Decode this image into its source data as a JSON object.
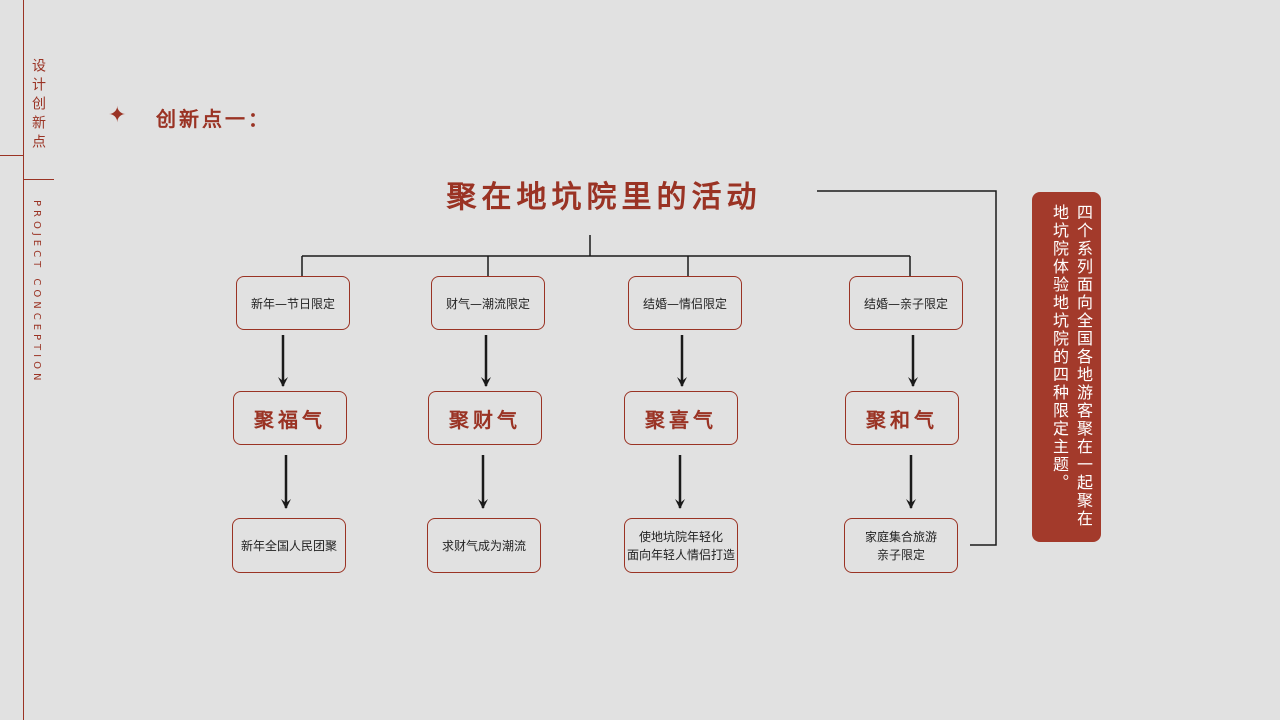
{
  "side": {
    "title": "设计创新点",
    "subtitle": "PROJECT CONCEPTION"
  },
  "section": {
    "star": "✦",
    "heading": "创新点一："
  },
  "diagram": {
    "title": "聚在地坑院里的活动",
    "branches": [
      {
        "category": "新年—节日限定",
        "theme": "聚福气",
        "result": "新年全国人民团聚"
      },
      {
        "category": "财气—潮流限定",
        "theme": "聚财气",
        "result": "求财气成为潮流"
      },
      {
        "category": "结婚—情侣限定",
        "theme": "聚喜气",
        "result": "使地坑院年轻化\n面向年轻人情侣打造"
      },
      {
        "category": "结婚—亲子限定",
        "theme": "聚和气",
        "result": "家庭集合旅游\n亲子限定"
      }
    ],
    "summary": "四个系列面向全国各地游客聚在一起聚在地坑院体验地坑院的四种限定主题。"
  },
  "colors": {
    "accent": "#9a3324",
    "panel": "#a33a2b",
    "background": "#e1e1e1"
  }
}
